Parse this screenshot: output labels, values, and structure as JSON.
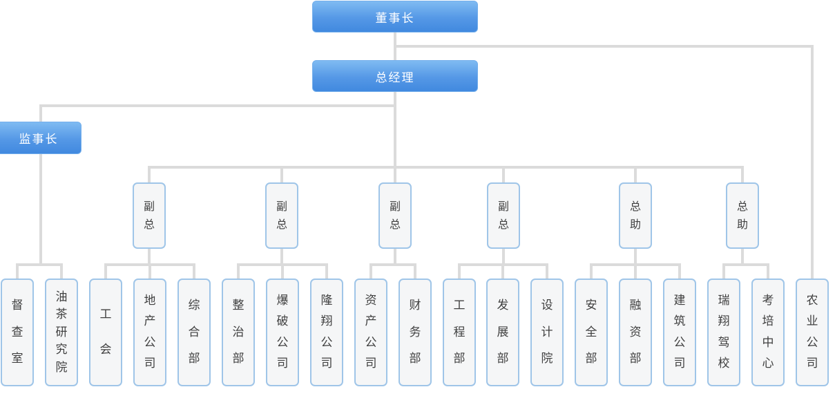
{
  "diagram": {
    "type": "org-chart",
    "chairman": {
      "id": "chairman",
      "label": "董事长"
    },
    "general_manager": {
      "id": "general-manager",
      "label": "总经理"
    },
    "supervisor": {
      "id": "supervisor",
      "label": "监事长",
      "children": [
        "supervision-office",
        "oil-tea-research-institute"
      ]
    },
    "chairman_direct_child": "agriculture-company",
    "middle_nodes": [
      {
        "id": "deputy-gm-1",
        "label": "副总",
        "children": [
          "labor-union",
          "real-estate-company",
          "general-affairs-dept"
        ]
      },
      {
        "id": "deputy-gm-2",
        "label": "副总",
        "children": [
          "rectification-dept",
          "blasting-company",
          "longxiang-company"
        ]
      },
      {
        "id": "deputy-gm-3",
        "label": "副总",
        "children": [
          "assets-company",
          "finance-dept"
        ]
      },
      {
        "id": "deputy-gm-4",
        "label": "副总",
        "children": [
          "engineering-dept",
          "development-dept",
          "design-institute"
        ]
      },
      {
        "id": "gm-assistant-1",
        "label": "总助",
        "children": [
          "safety-dept",
          "financing-dept",
          "construction-company"
        ]
      },
      {
        "id": "gm-assistant-2",
        "label": "总助",
        "children": [
          "ruixiang-driving-school",
          "exam-training-center"
        ]
      }
    ],
    "bottom_nodes": [
      {
        "id": "supervision-office",
        "label": "督查室"
      },
      {
        "id": "oil-tea-research-institute",
        "label": "油茶研究院"
      },
      {
        "id": "labor-union",
        "label": "工会"
      },
      {
        "id": "real-estate-company",
        "label": "地产公司"
      },
      {
        "id": "general-affairs-dept",
        "label": "综合部"
      },
      {
        "id": "rectification-dept",
        "label": "整治部"
      },
      {
        "id": "blasting-company",
        "label": "爆破公司"
      },
      {
        "id": "longxiang-company",
        "label": "隆翔公司"
      },
      {
        "id": "assets-company",
        "label": "资产公司"
      },
      {
        "id": "finance-dept",
        "label": "财务部"
      },
      {
        "id": "engineering-dept",
        "label": "工程部"
      },
      {
        "id": "development-dept",
        "label": "发展部"
      },
      {
        "id": "design-institute",
        "label": "设计院"
      },
      {
        "id": "safety-dept",
        "label": "安全部"
      },
      {
        "id": "financing-dept",
        "label": "融资部"
      },
      {
        "id": "construction-company",
        "label": "建筑公司"
      },
      {
        "id": "ruixiang-driving-school",
        "label": "瑞翔驾校"
      },
      {
        "id": "exam-training-center",
        "label": "考培中心"
      },
      {
        "id": "agriculture-company",
        "label": "农业公司"
      }
    ],
    "colors": {
      "box_gradient_top": "#7FBBF2",
      "box_gradient_bottom": "#4189DF",
      "shadow_navy": "#1E3F73",
      "node_fill": "#F5F6F7",
      "node_border": "#9FC5E8",
      "connector": "#DBDBDB",
      "text_dark": "#3F3F3F",
      "text_light": "#FFFFFF"
    }
  }
}
